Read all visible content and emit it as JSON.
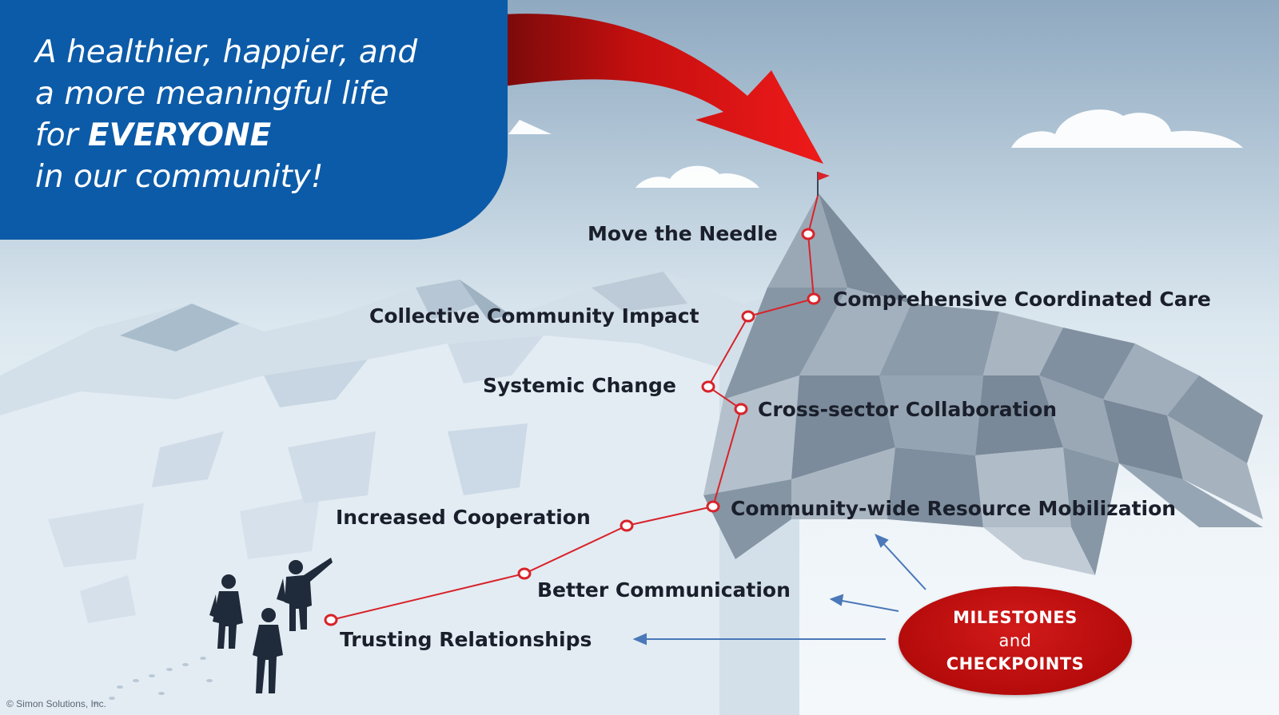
{
  "headline": {
    "line1": "A healthier, happier, and",
    "line2": "a more meaningful life",
    "line3_prefix": "for ",
    "line3_strong": "EVERYONE",
    "line4": "in our community!"
  },
  "milestones": [
    "Trusting Relationships",
    "Better Communication",
    "Increased Cooperation",
    "Community-wide Resource Mobilization",
    "Cross-sector Collaboration",
    "Systemic Change",
    "Collective Community Impact",
    "Comprehensive Coordinated Care",
    "Move the Needle"
  ],
  "callout": {
    "line1": "MILESTONES",
    "line2": "and",
    "line3": "CHECKPOINTS"
  },
  "copyright": "© Simon Solutions, Inc.",
  "colors": {
    "headline_bg": "#0c5ba8",
    "path": "#d8232a",
    "arrow": "#e00d0d",
    "callout": "#b50b0b",
    "pointer": "#4a78b8"
  }
}
